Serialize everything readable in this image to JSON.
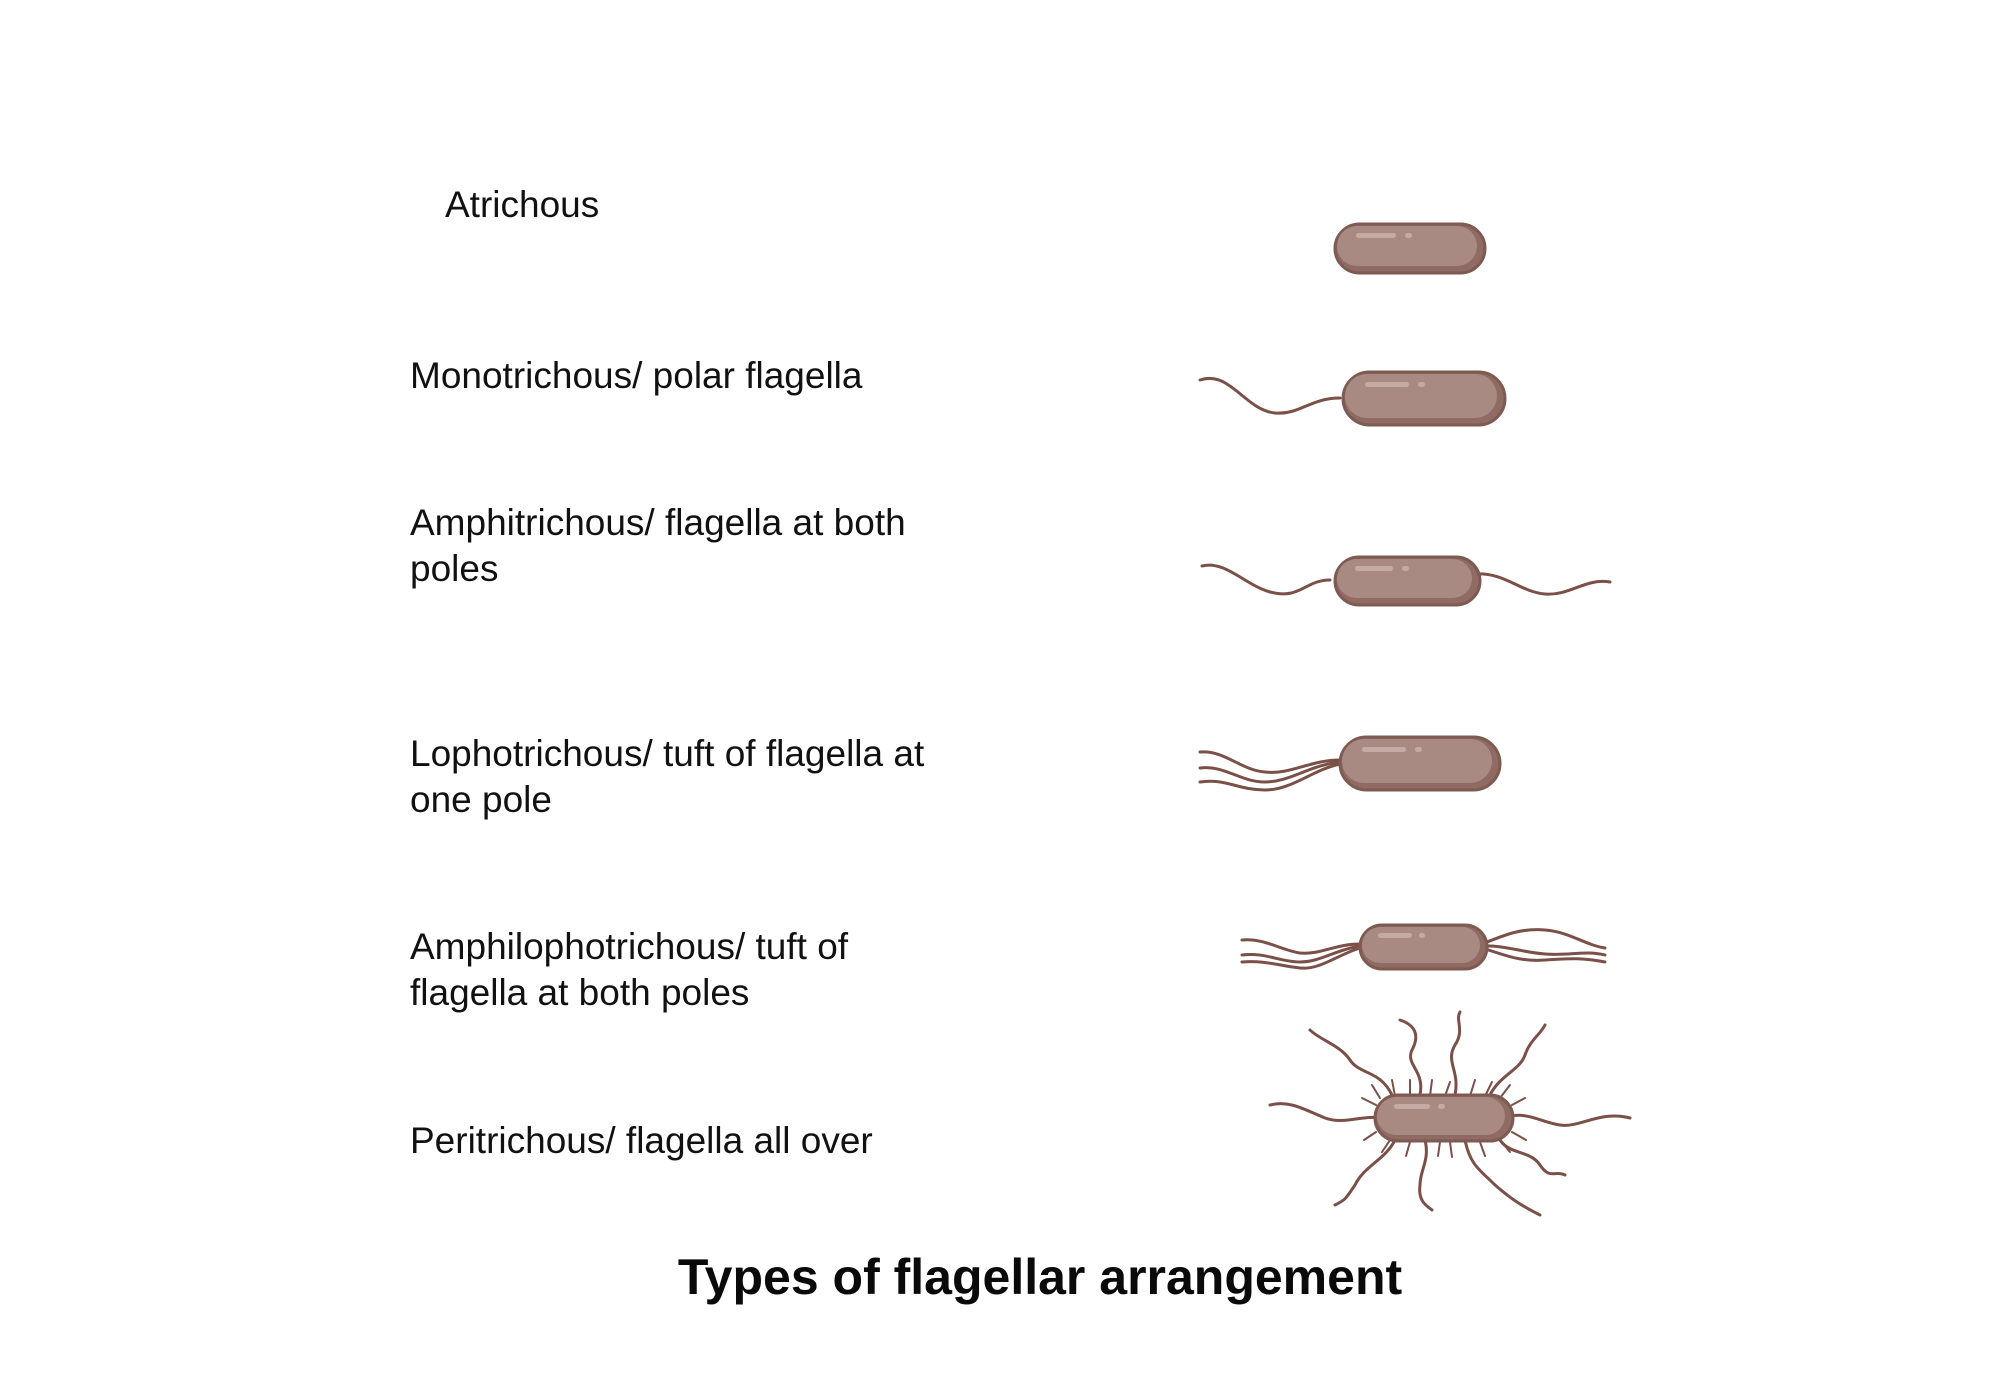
{
  "title": "Types of flagellar arrangement",
  "colors": {
    "cell_fill": "#a98a82",
    "cell_stroke": "#7d5a52",
    "cell_shadow": "#8f6b63",
    "flagellum": "#7a5048",
    "highlight": "#c4aaa3",
    "text": "#111111"
  },
  "rows": [
    {
      "type": "atrichous",
      "label": "Atrichous"
    },
    {
      "type": "monotrichous",
      "label": "Monotrichous/ polar flagella"
    },
    {
      "type": "amphitrichous",
      "label": "Amphitrichous/ flagella at both\npoles"
    },
    {
      "type": "lophotrichous",
      "label": "Lophotrichous/ tuft of flagella at\none pole"
    },
    {
      "type": "amphilophotrichous",
      "label": "Amphilophotrichous/ tuft of\nflagella at both poles"
    },
    {
      "type": "peritrichous",
      "label": "Peritrichous/ flagella all over"
    }
  ]
}
